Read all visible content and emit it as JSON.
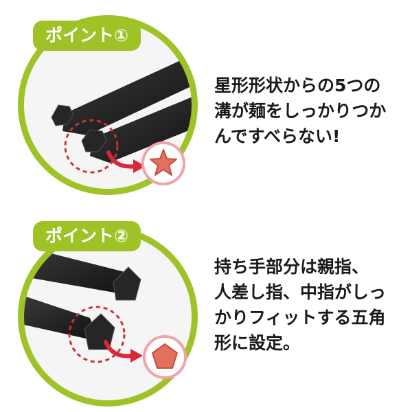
{
  "points": [
    {
      "badge": "ポイント①",
      "lines": [
        "星形形状からの5つの",
        "溝が麺をしっかりつか",
        "んですべらない!"
      ],
      "shape_icon": "star-icon"
    },
    {
      "badge": "ポイント②",
      "lines": [
        "持ち手部分は親指、",
        "人差し指、中指がしっ",
        "かりフィットする五角",
        "形に設定。"
      ],
      "shape_icon": "pentagon-icon"
    }
  ],
  "colors": {
    "accent_green": "#9fc227",
    "callout_border": "#f0a3a8",
    "shape_fill": "#e2705e",
    "arrow_red": "#d8283a"
  }
}
